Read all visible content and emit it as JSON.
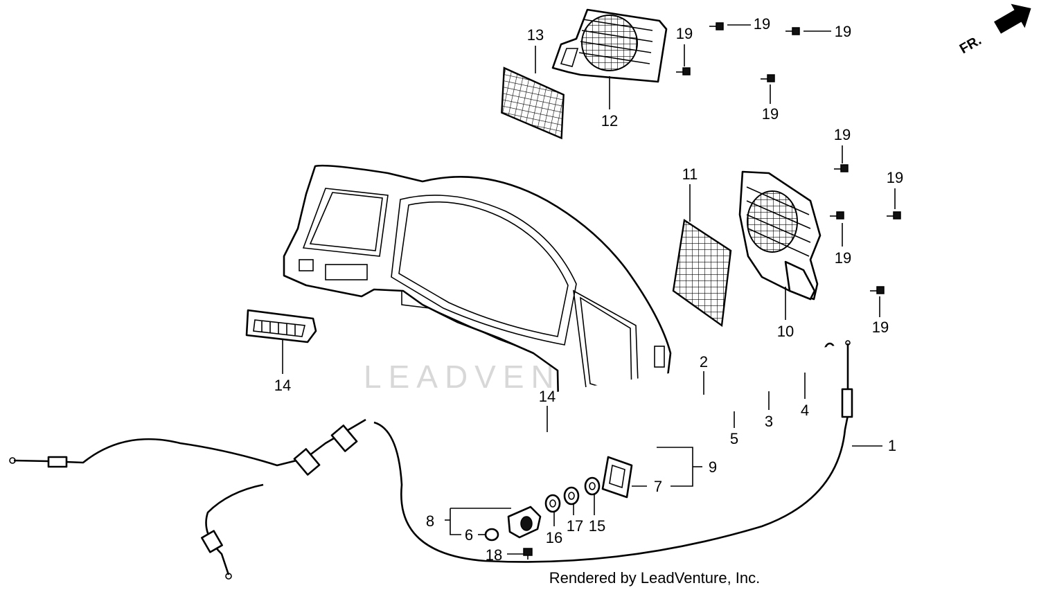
{
  "diagram": {
    "orientation_marker": "FR.",
    "watermark": "LEADVENTURE",
    "footer": "Rendered by LeadVenture, Inc.",
    "callouts": [
      {
        "id": "c1",
        "text": "1"
      },
      {
        "id": "c2",
        "text": "2"
      },
      {
        "id": "c3",
        "text": "3"
      },
      {
        "id": "c4",
        "text": "4"
      },
      {
        "id": "c5",
        "text": "5"
      },
      {
        "id": "c6",
        "text": "6"
      },
      {
        "id": "c7",
        "text": "7"
      },
      {
        "id": "c8",
        "text": "8"
      },
      {
        "id": "c9",
        "text": "9"
      },
      {
        "id": "c10",
        "text": "10"
      },
      {
        "id": "c11",
        "text": "11"
      },
      {
        "id": "c12",
        "text": "12"
      },
      {
        "id": "c13",
        "text": "13"
      },
      {
        "id": "c14a",
        "text": "14"
      },
      {
        "id": "c14b",
        "text": "14"
      },
      {
        "id": "c15",
        "text": "15"
      },
      {
        "id": "c16",
        "text": "16"
      },
      {
        "id": "c17",
        "text": "17"
      },
      {
        "id": "c18",
        "text": "18"
      },
      {
        "id": "c19a",
        "text": "19"
      },
      {
        "id": "c19b",
        "text": "19"
      },
      {
        "id": "c19c",
        "text": "19"
      },
      {
        "id": "c19d",
        "text": "19"
      },
      {
        "id": "c19e",
        "text": "19"
      },
      {
        "id": "c19f",
        "text": "19"
      },
      {
        "id": "c19g",
        "text": "19"
      },
      {
        "id": "c19h",
        "text": "19"
      }
    ]
  }
}
